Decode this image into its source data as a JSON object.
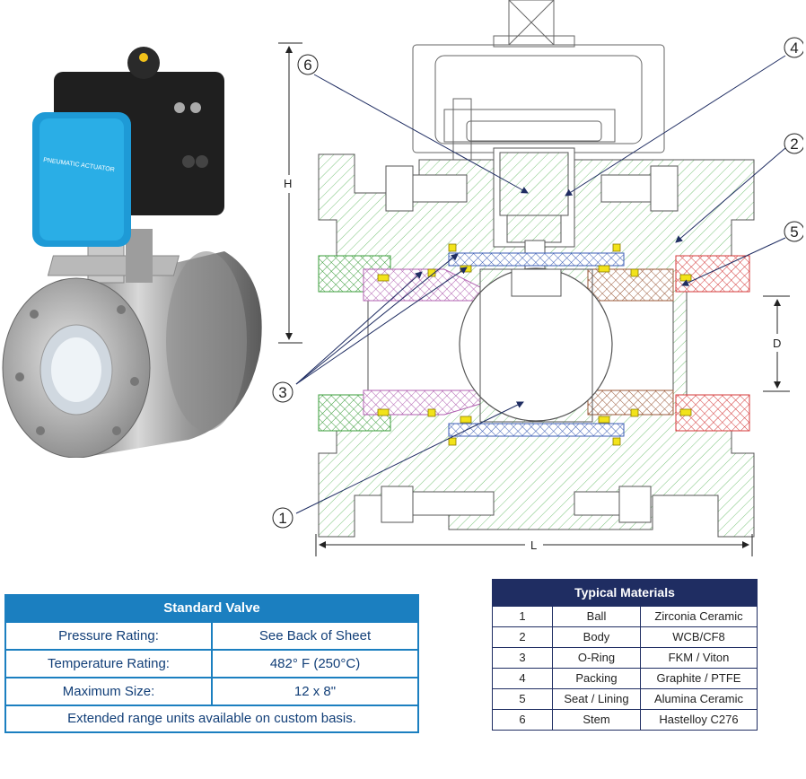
{
  "standard_valve": {
    "title": "Standard Valve",
    "rows": [
      {
        "label": "Pressure Rating:",
        "value": "See Back of Sheet"
      },
      {
        "label": "Temperature Rating:",
        "value": "482° F  (250°C)"
      },
      {
        "label": "Maximum Size:",
        "value": "12 x 8\""
      }
    ],
    "footer": "Extended range units available on custom basis."
  },
  "typical_materials": {
    "title": "Typical Materials",
    "rows": [
      {
        "num": "1",
        "part": "Ball",
        "material": "Zirconia Ceramic"
      },
      {
        "num": "2",
        "part": "Body",
        "material": "WCB/CF8"
      },
      {
        "num": "3",
        "part": "O-Ring",
        "material": "FKM / Viton"
      },
      {
        "num": "4",
        "part": "Packing",
        "material": "Graphite / PTFE"
      },
      {
        "num": "5",
        "part": "Seat / Lining",
        "material": "Alumina Ceramic"
      },
      {
        "num": "6",
        "part": "Stem",
        "material": "Hastelloy C276"
      }
    ]
  },
  "drawing": {
    "callouts": [
      "1",
      "2",
      "3",
      "4",
      "5",
      "6"
    ],
    "dimensions": {
      "height": "H",
      "length": "L",
      "diameter": "D"
    }
  },
  "photo": {
    "actuator_label": "PNEUMATIC ACTUATOR"
  },
  "colors": {
    "table_blue": "#1b7fc0",
    "materials_navy": "#1f2d62",
    "body_green": "#3a9c3a",
    "seat_red": "#d43a3a",
    "lining_pink": "#b060b0",
    "liner_brown": "#9a5a3a",
    "ball_blue": "#3b5db5",
    "oring_yellow": "#f2e31a",
    "actuator_blue": "#1e9ad6"
  }
}
